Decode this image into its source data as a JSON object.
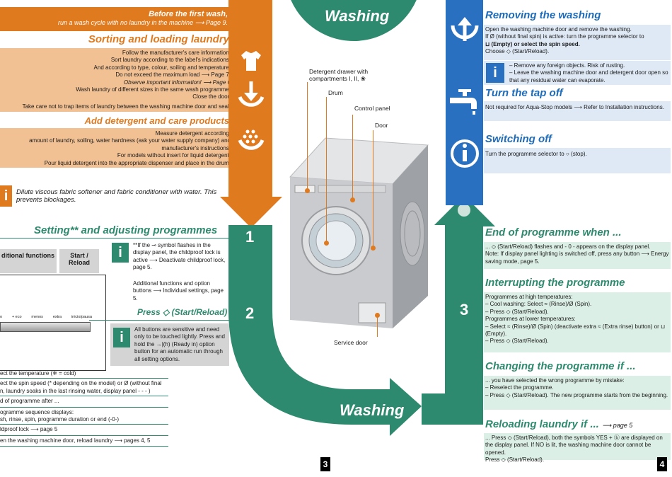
{
  "left": {
    "before_title": "Before the first wash,",
    "before_text": "run a wash cycle with no laundry in the machine ⟶ Page 9.",
    "sorting_title": "Sorting and loading laundry",
    "sorting_lines": [
      "Follow the manufacturer's care information!",
      "Sort laundry according to the label's indications.",
      "And according to type, colour, soiling and temperature.",
      "Do not exceed the maximum load ⟶ Page 7."
    ],
    "observe_line": "Observe important information! ⟶ Page 6",
    "sorting_lines2": [
      "Wash laundry of different sizes in the same wash programme.",
      "Close the door.",
      "Take care not to trap items of laundry between the washing machine door and seal."
    ],
    "detergent_title": "Add detergent and care products",
    "detergent_lines": [
      "Measure detergent according:",
      "amount of laundry, soiling, water hardness (ask your water supply company) and",
      "manufacturer's instructions.",
      "For models without insert for liquid detergent:",
      "Pour liquid detergent into the appropriate dispenser and place in the drum."
    ],
    "info_softener": "Dilute viscous fabric softener and fabric conditioner with water. This prevents blockages.",
    "setting_title": "Setting** and adjusting programmes",
    "col_additional": "ditional functions",
    "col_start": "Start / Reload",
    "panel_labels": [
      "o",
      "+ eco",
      "menos",
      "extra",
      "inicio/pausa"
    ],
    "childproof_note": "**If the ⊸ symbol flashes in the display panel, the childproof lock is active ⟶ Deactivate childproof lock, page 5.",
    "additional_note": "Additional functions and option buttons ⟶ Individual settings, page 5.",
    "press_label": "Press ◇ (Start/Reload)",
    "buttons_note": "All buttons are sensitive and need only to be touched lightly. Press and hold the →|(h) (Ready in) option button for an automatic run through all setting options.",
    "bottom_lines": [
      "ect the temperature (❄ = cold)",
      "ect the spin speed (* depending on the model) or Ø (without final",
      "n, laundry soaks in the last rinsing water, display panel - - - )",
      "d of programme after ...",
      "ogramme sequence displays:",
      "sh, rinse, spin, programme duration or end (-0-)",
      "ldproof lock ⟶ page 5",
      "en the washing machine door, reload laundry ⟶ pages 4, 5"
    ]
  },
  "center": {
    "washing_top": "Washing",
    "washing_bottom": "Washing",
    "step1": "1",
    "step2": "2",
    "step3": "3",
    "label_drawer": "Detergent drawer with compartments I, II, ❀",
    "label_drum": "Drum",
    "label_control": "Control panel",
    "label_door": "Door",
    "label_service": "Service door"
  },
  "right": {
    "removing_title": "Removing the washing",
    "removing_text": [
      "Open the washing machine door and remove the washing.",
      "If Ø (without final spin) is active: turn the programme selector to",
      "⊔ (Empty) or select the spin speed.",
      "Choose ◇ (Start/Reload)."
    ],
    "removing_info": [
      "– Remove any foreign objects. Risk of rusting.",
      "– Leave the washing machine door and detergent door open so that any residual water can evaporate."
    ],
    "tap_title": "Turn the tap off",
    "tap_text": "Not required for Aqua-Stop models ⟶ Refer to Installation instructions.",
    "switch_title": "Switching off",
    "switch_text": "Turn the programme selector to ○ (stop).",
    "end_title": "End of programme when ...",
    "end_text": [
      "... ◇ (Start/Reload) flashes and - 0 - appears on the display panel.",
      "Note: If display panel lighting is switched off, press any button ⟶ Energy saving mode, page 5."
    ],
    "interrupt_title": "Interrupting the programme",
    "interrupt_text": [
      "Programmes at high temperatures:",
      "– Cool washing: Select ≈ (Rinse)/Ø (Spin).",
      "– Press ◇ (Start/Reload).",
      "Programmes at lower temperatures:",
      "– Select ≈ (Rinse)/Ø (Spin) (deactivate extra ≈ (Extra rinse) button) or ⊔ (Empty).",
      "– Press ◇ (Start/Reload)."
    ],
    "changing_title": "Changing the programme if ...",
    "changing_text": [
      "... you have selected the wrong programme by mistake:",
      "– Reselect the programme.",
      "– Press ◇ (Start/Reload). The new programme starts from the beginning."
    ],
    "reloading_title": "Reloading laundry if ...",
    "reloading_page": "⟶ page 5",
    "reloading_text": [
      "... Press ◇ (Start/Reload), both the symbols YES + ⓑ are displayed on the display panel. If NO is lit, the washing machine door cannot be opened.",
      "Press ◇ (Start/Reload)."
    ]
  },
  "pages": {
    "left": "3",
    "right": "4"
  },
  "colors": {
    "orange": "#e07a1f",
    "teal": "#2e8a6e",
    "blue": "#2a70c0"
  }
}
